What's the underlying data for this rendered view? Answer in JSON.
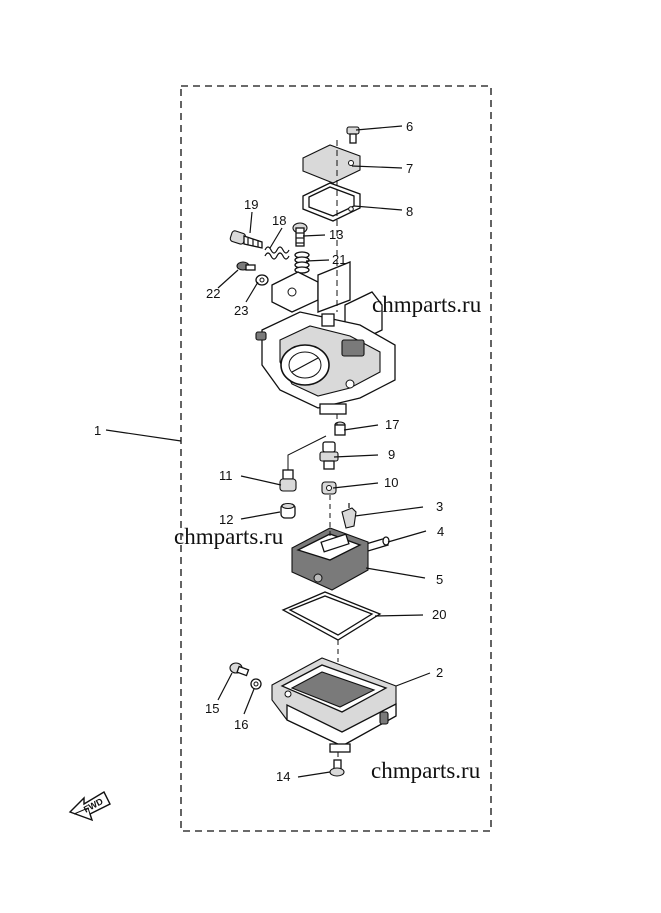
{
  "callouts": [
    "1",
    "2",
    "3",
    "4",
    "5",
    "6",
    "7",
    "8",
    "9",
    "10",
    "11",
    "12",
    "13",
    "14",
    "15",
    "16",
    "17",
    "18",
    "19",
    "20",
    "21",
    "22",
    "23"
  ],
  "watermark": "chmparts.ru",
  "fwd_label": "FWD"
}
